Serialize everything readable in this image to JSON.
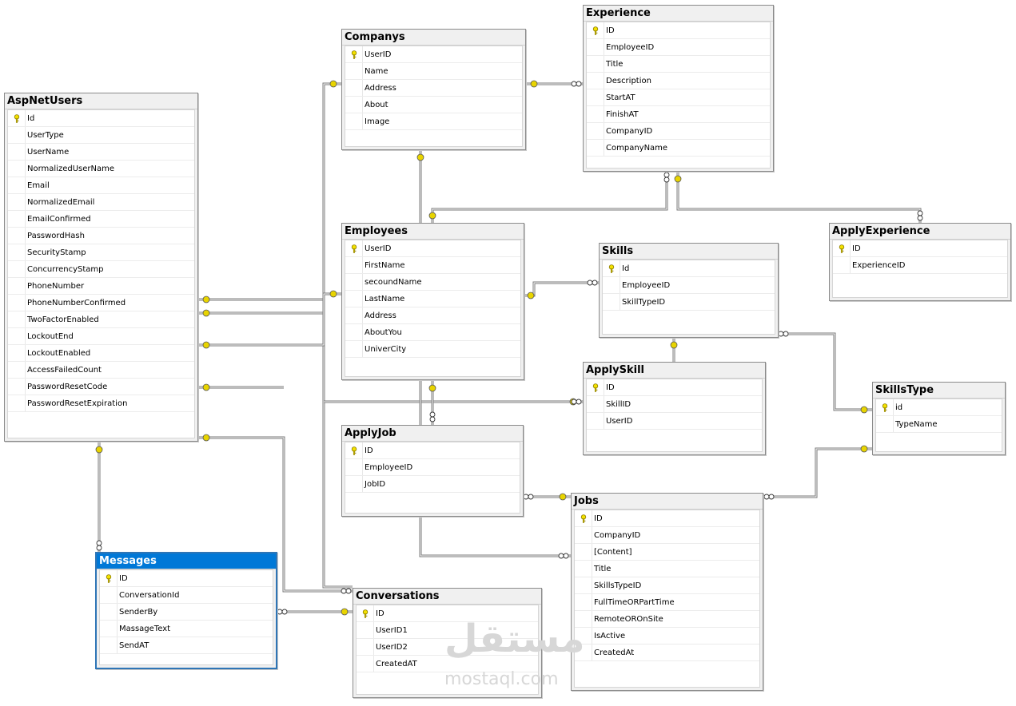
{
  "tables": {
    "aspnetusers": {
      "title": "AspNetUsers",
      "columns": [
        "Id",
        "UserType",
        "UserName",
        "NormalizedUserName",
        "Email",
        "NormalizedEmail",
        "EmailConfirmed",
        "PasswordHash",
        "SecurityStamp",
        "ConcurrencyStamp",
        "PhoneNumber",
        "PhoneNumberConfirmed",
        "TwoFactorEnabled",
        "LockoutEnd",
        "LockoutEnabled",
        "AccessFailedCount",
        "PasswordResetCode",
        "PasswordResetExpiration"
      ]
    },
    "companys": {
      "title": "Companys",
      "columns": [
        "UserID",
        "Name",
        "Address",
        "About",
        "Image"
      ]
    },
    "experience": {
      "title": "Experience",
      "columns": [
        "ID",
        "EmployeeID",
        "Title",
        "Description",
        "StartAT",
        "FinishAT",
        "CompanyID",
        "CompanyName"
      ]
    },
    "employees": {
      "title": "Employees",
      "columns": [
        "UserID",
        "FirstName",
        "secoundName",
        "LastName",
        "Address",
        "AboutYou",
        "UniverCity"
      ]
    },
    "applyexperience": {
      "title": "ApplyExperience",
      "columns": [
        "ID",
        "ExperienceID"
      ]
    },
    "skills": {
      "title": "Skills",
      "columns": [
        "Id",
        "EmployeeID",
        "SkillTypeID"
      ]
    },
    "applyskill": {
      "title": "ApplySkill",
      "columns": [
        "ID",
        "SkillID",
        "UserID"
      ]
    },
    "skillstype": {
      "title": "SkillsType",
      "columns": [
        "id",
        "TypeName"
      ]
    },
    "applyjob": {
      "title": "ApplyJob",
      "columns": [
        "ID",
        "EmployeeID",
        "JobID"
      ]
    },
    "jobs": {
      "title": "Jobs",
      "columns": [
        "ID",
        "CompanyID",
        "[Content]",
        "Title",
        "SkillsTypeID",
        "FullTimeORPartTime",
        "RemoteOROnSite",
        "IsActive",
        "CreatedAt"
      ]
    },
    "messages": {
      "title": "Messages",
      "columns": [
        "ID",
        "ConversationId",
        "SenderBy",
        "MassageText",
        "SendAT"
      ]
    },
    "conversations": {
      "title": "Conversations",
      "columns": [
        "ID",
        "UserID1",
        "UserID2",
        "CreatedAT"
      ]
    }
  },
  "watermark": {
    "arabic": "مستقل",
    "latin": "mostaql.com"
  },
  "colors": {
    "key_icon": "#e8d400",
    "selected_title": "#0078d7",
    "line": "#7a7a7a"
  }
}
